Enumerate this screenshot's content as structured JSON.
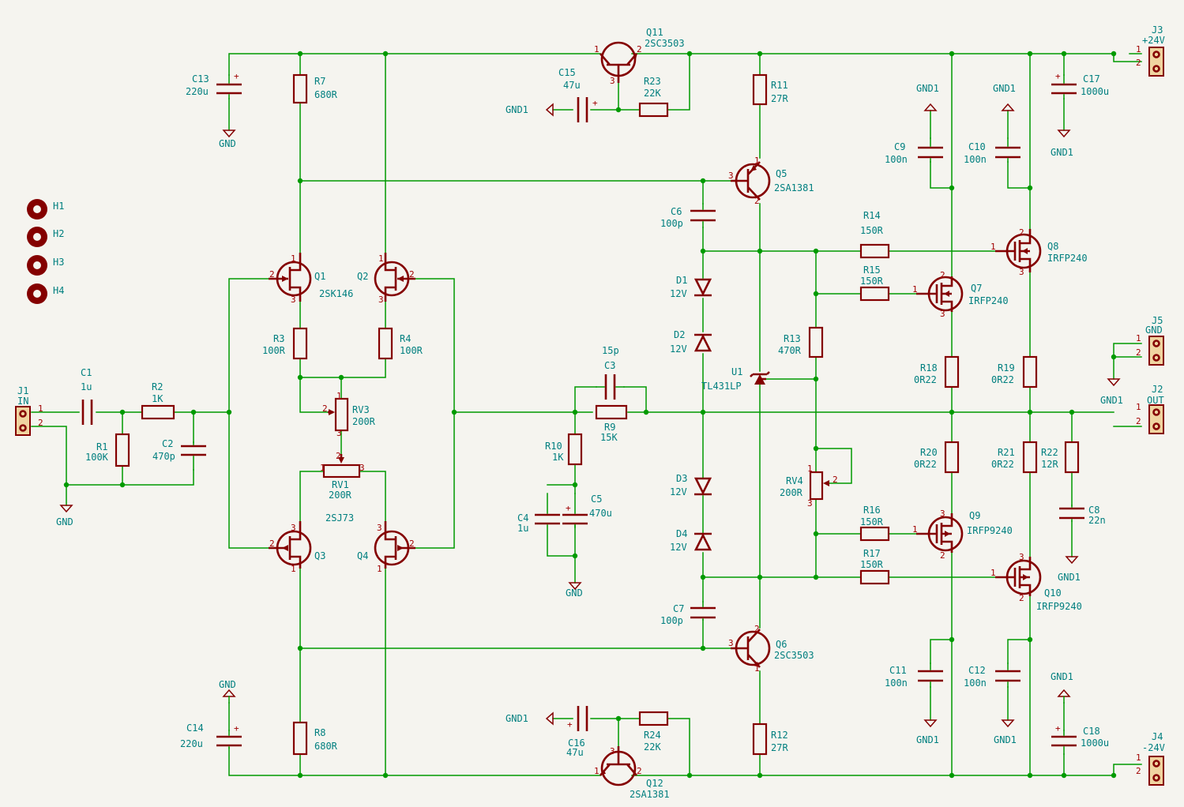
{
  "components": {
    "C13": {
      "ref": "C13",
      "value": "220u"
    },
    "R7": {
      "ref": "R7",
      "value": "680R"
    },
    "Q11": {
      "ref": "Q11",
      "value": "2SC3503"
    },
    "C15": {
      "ref": "C15",
      "value": "47u"
    },
    "R23": {
      "ref": "R23",
      "value": "22K"
    },
    "R11": {
      "ref": "R11",
      "value": "27R"
    },
    "C9": {
      "ref": "C9",
      "value": "100n"
    },
    "C10": {
      "ref": "C10",
      "value": "100n"
    },
    "C17": {
      "ref": "C17",
      "value": "1000u"
    },
    "J3": {
      "ref": "J3",
      "value": "+24V"
    },
    "H1": {
      "ref": "H1"
    },
    "H2": {
      "ref": "H2"
    },
    "H3": {
      "ref": "H3"
    },
    "H4": {
      "ref": "H4"
    },
    "Q5": {
      "ref": "Q5",
      "value": "2SA1381"
    },
    "C6": {
      "ref": "C6",
      "value": "100p"
    },
    "R14": {
      "ref": "R14",
      "value": "150R"
    },
    "Q8": {
      "ref": "Q8",
      "value": "IRFP240"
    },
    "Q1": {
      "ref": "Q1",
      "value": "2SK146"
    },
    "Q2": {
      "ref": "Q2"
    },
    "D1": {
      "ref": "D1",
      "value": "12V"
    },
    "R15": {
      "ref": "R15",
      "value": "150R"
    },
    "Q7": {
      "ref": "Q7",
      "value": "IRFP240"
    },
    "R3": {
      "ref": "R3",
      "value": "100R"
    },
    "R4": {
      "ref": "R4",
      "value": "100R"
    },
    "D2": {
      "ref": "D2",
      "value": "12V"
    },
    "R13": {
      "ref": "R13",
      "value": "470R"
    },
    "J5": {
      "ref": "J5",
      "value": "GND"
    },
    "C3": {
      "ref": "C3",
      "value": "15p"
    },
    "U1": {
      "ref": "U1",
      "value": "TL431LP"
    },
    "R18": {
      "ref": "R18",
      "value": "0R22"
    },
    "R19": {
      "ref": "R19",
      "value": "0R22"
    },
    "C1": {
      "ref": "C1",
      "value": "1u"
    },
    "J1": {
      "ref": "J1",
      "value": "IN"
    },
    "R2": {
      "ref": "R2",
      "value": "1K"
    },
    "RV3": {
      "ref": "RV3",
      "value": "200R"
    },
    "R9": {
      "ref": "R9",
      "value": "15K"
    },
    "J2": {
      "ref": "J2",
      "value": "OUT"
    },
    "R1": {
      "ref": "R1",
      "value": "100K"
    },
    "C2": {
      "ref": "C2",
      "value": "470p"
    },
    "R10": {
      "ref": "R10",
      "value": "1K"
    },
    "R20": {
      "ref": "R20",
      "value": "0R22"
    },
    "R21": {
      "ref": "R21",
      "value": "0R22"
    },
    "R22": {
      "ref": "R22",
      "value": "12R"
    },
    "RV1": {
      "ref": "RV1",
      "value": "200R"
    },
    "D3": {
      "ref": "D3",
      "value": "12V"
    },
    "RV4": {
      "ref": "RV4",
      "value": "200R"
    },
    "C4": {
      "ref": "C4",
      "value": "1u"
    },
    "C5": {
      "ref": "C5",
      "value": "470u"
    },
    "C8": {
      "ref": "C8",
      "value": "22n"
    },
    "Q3": {
      "ref": "Q3",
      "value": "2SJ73"
    },
    "Q4": {
      "ref": "Q4"
    },
    "D4": {
      "ref": "D4",
      "value": "12V"
    },
    "R16": {
      "ref": "R16",
      "value": "150R"
    },
    "Q9": {
      "ref": "Q9",
      "value": "IRFP9240"
    },
    "R17": {
      "ref": "R17",
      "value": "150R"
    },
    "Q10": {
      "ref": "Q10",
      "value": "IRFP9240"
    },
    "C7": {
      "ref": "C7",
      "value": "100p"
    },
    "Q6": {
      "ref": "Q6",
      "value": "2SC3503"
    },
    "C11": {
      "ref": "C11",
      "value": "100n"
    },
    "C12": {
      "ref": "C12",
      "value": "100n"
    },
    "C14": {
      "ref": "C14",
      "value": "220u"
    },
    "R8": {
      "ref": "R8",
      "value": "680R"
    },
    "R12": {
      "ref": "R12",
      "value": "27R"
    },
    "C18": {
      "ref": "C18",
      "value": "1000u"
    },
    "J4": {
      "ref": "J4",
      "value": "-24V"
    },
    "C16": {
      "ref": "C16",
      "value": "47u"
    },
    "R24": {
      "ref": "R24",
      "value": "22K"
    },
    "Q12": {
      "ref": "Q12",
      "value": "2SA1381"
    }
  },
  "power_labels": {
    "gnd": "GND",
    "gnd1": "GND1"
  },
  "pins": {
    "p1": "1",
    "p2": "2",
    "p3": "3"
  }
}
